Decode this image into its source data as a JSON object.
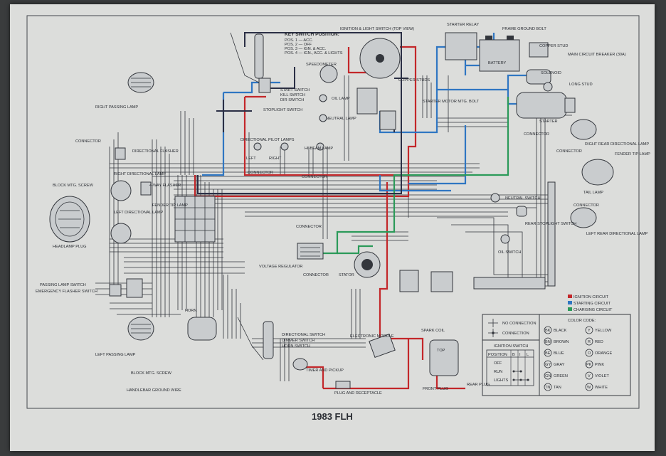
{
  "title": "1983 FLH",
  "key_switch": {
    "heading": "KEY SWITCH POSITION:",
    "positions": [
      "POS. 1 — ACC.",
      "POS. 2 — OFF",
      "POS. 3 — IGN. & ACC.",
      "POS. 4 — IGN., ACC. & LIGHTS"
    ]
  },
  "labels": {
    "ignition_light_switch": "IGNITION & LIGHT SWITCH (TOP VIEW)",
    "starter_relay": "STARTER RELAY",
    "frame_ground_bolt": "FRAME GROUND BOLT",
    "copper_stud": "COPPER STUD",
    "main_circuit_breaker": "MAIN CIRCUIT BREAKER (30A)",
    "battery": "BATTERY",
    "solenoid": "SOLENOID",
    "long_stud": "LONG STUD",
    "speedometer": "SPEEDOMETER",
    "copper_studs": "COPPER STUDS",
    "oil_lamp": "OIL LAMP",
    "starter_motor_mtg_bolt": "STARTER MOTOR MTG. BOLT",
    "start_switch": "START SWITCH",
    "kill_switch": "KILL SWITCH",
    "dir_switch": "DIR SWITCH",
    "stoplight_switch": "STOPLIGHT SWITCH",
    "right_passing_lamp": "RIGHT PASSING LAMP",
    "neutral_lamp": "NEUTRAL LAMP",
    "starter": "STARTER",
    "connector": "CONNECTOR",
    "directional_flasher": "DIRECTIONAL FLASHER",
    "directional_pilot_lamps": "DIRECTIONAL PILOT LAMPS",
    "left": "LEFT",
    "right": "RIGHT",
    "hi_beam_lamp": "HI-BEAM LAMP",
    "right_rear_directional_lamp": "RIGHT REAR DIRECTIONAL LAMP",
    "fender_tip_lamp": "FENDER TIP LAMP",
    "block_mtg_screw": "BLOCK MTG. SCREW",
    "right_directional_lamp": "RIGHT DIRECTIONAL LAMP",
    "four_way_flasher": "4-WAY FLASHER",
    "fender_tip_lamp_front": "FENDER TIP LAMP",
    "tail_lamp": "TAIL LAMP",
    "neutral_switch": "NEUTRAL SWITCH",
    "left_directional_lamp": "LEFT DIRECTIONAL LAMP",
    "rear_stoplight_switch": "REAR STOPLIGHT SWITCH",
    "left_rear_directional_lamp": "LEFT REAR DIRECTIONAL LAMP",
    "headlamp_plug": "HEADLAMP PLUG",
    "oil_switch": "OIL SWITCH",
    "voltage_regulator": "VOLTAGE REGULATOR",
    "stator": "STATOR",
    "passing_lamp_switch": "PASSING LAMP SWITCH",
    "emergency_flasher_switch": "EMERGENCY FLASHER SWITCH",
    "horn": "HORN",
    "directional_switch": "DIRECTIONAL SWITCH",
    "dimmer_switch": "DIMMER SWITCH",
    "horn_switch": "HORN SWITCH",
    "electronic_module": "ELECTRONIC MODULE",
    "spark_coil": "SPARK COIL",
    "top": "TOP",
    "left_passing_lamp": "LEFT PASSING LAMP",
    "timer_and_pickup": "TIMER AND PICKUP",
    "plug_and_receptacle": "PLUG AND RECEPTACLE",
    "front_plug": "FRONT PLUG",
    "rear_plug": "REAR PLUG",
    "handlebar_ground_wire": "HANDLEBAR GROUND WIRE"
  },
  "legend": [
    {
      "label": "IGNITION CIRCUIT",
      "color": "#c3272a"
    },
    {
      "label": "STARTING CIRCUIT",
      "color": "#2f76c2"
    },
    {
      "label": "CHARGING CIRCUIT",
      "color": "#2b9a59"
    }
  ],
  "connection_key": {
    "no_connection": "NO CONNECTION",
    "connection": "CONNECTION"
  },
  "ignition_switch_table": {
    "heading": "IGNITION SWITCH",
    "columns": [
      "POSITION",
      "B",
      "I",
      "L"
    ],
    "rows": [
      "OFF",
      "RUN",
      "LIGHTS"
    ]
  },
  "color_code": {
    "heading": "COLOR CODE:",
    "entries": [
      {
        "code": "BK",
        "name": "BLACK"
      },
      {
        "code": "Y",
        "name": "YELLOW"
      },
      {
        "code": "BN",
        "name": "BROWN"
      },
      {
        "code": "R",
        "name": "RED"
      },
      {
        "code": "BE",
        "name": "BLUE"
      },
      {
        "code": "O",
        "name": "ORANGE"
      },
      {
        "code": "GY",
        "name": "GRAY"
      },
      {
        "code": "PK",
        "name": "PINK"
      },
      {
        "code": "GN",
        "name": "GREEN"
      },
      {
        "code": "V",
        "name": "VIOLET"
      },
      {
        "code": "TN",
        "name": "TAN"
      },
      {
        "code": "W",
        "name": "WHITE"
      }
    ]
  },
  "colors": {
    "ignition": "#c3272a",
    "starting": "#2f76c2",
    "charging": "#2b9a59",
    "paper": "#dcdddb",
    "ink": "#33363c"
  }
}
